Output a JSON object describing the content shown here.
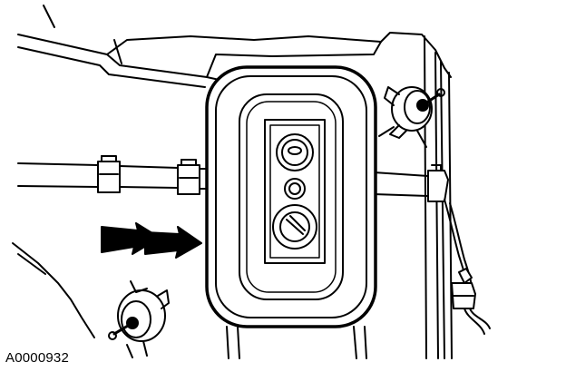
{
  "figure": {
    "caption": "A0000932",
    "style": "black line-art technical illustration",
    "ink_color": "#000000",
    "paper_color": "#ffffff",
    "arrow_direction": "right"
  }
}
